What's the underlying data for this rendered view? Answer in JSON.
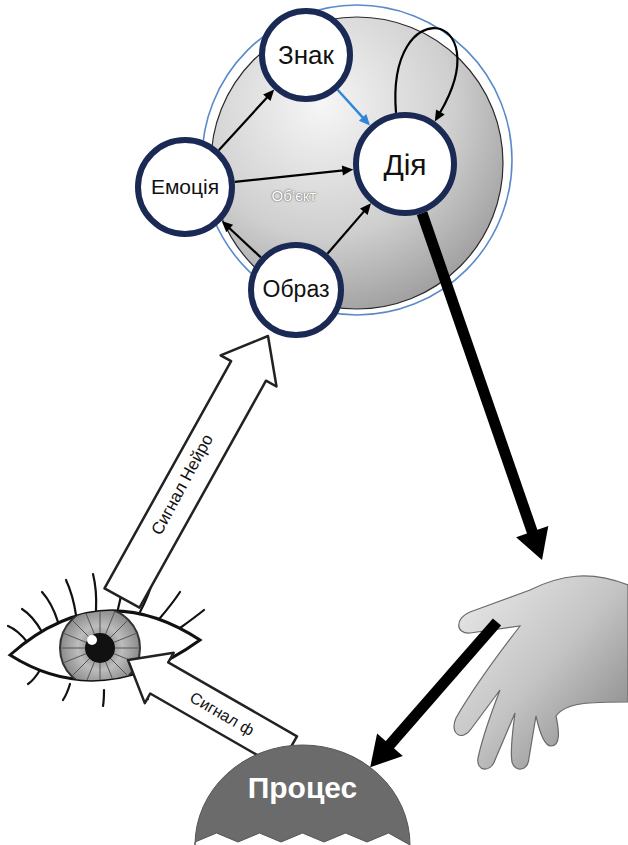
{
  "diagram": {
    "nodes": [
      {
        "text": [
          "Знак"
        ]
      },
      {
        "text": [
          "Емоція"
        ]
      },
      {
        "text": [
          "Дія"
        ]
      },
      {
        "text": [
          "Образ"
        ]
      },
      {
        "text": [
          "Процес"
        ]
      }
    ],
    "edges": [
      {
        "from": 1,
        "to": 0,
        "arrow": "to"
      },
      {
        "from": 1,
        "to": 2,
        "label": "Об’єкт",
        "arrow": "to"
      },
      {
        "from": 3,
        "to": 1,
        "arrow": "to"
      },
      {
        "from": 3,
        "to": 2,
        "arrow": "to"
      },
      {
        "from": 0,
        "to": 2,
        "arrow": "to"
      },
      {
        "from": 2,
        "to": 2,
        "arrow": "to"
      },
      {
        "from": 2,
        "to": 4,
        "arrow": "to"
      }
    ],
    "labels": [
      "Сигнал Нейро",
      "Сигнал ф"
    ]
  }
}
